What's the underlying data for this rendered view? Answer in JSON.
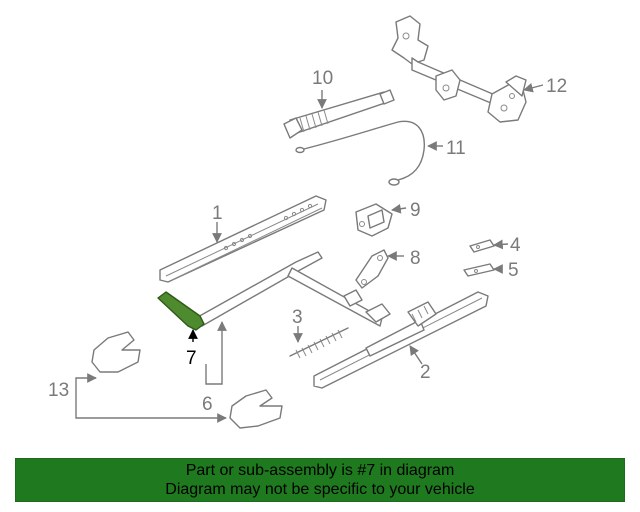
{
  "colors": {
    "banner_background": "#1f7a1f",
    "highlight_part": "#4e8a2e",
    "line_art": "#7a7a7a"
  },
  "callouts": {
    "c1": "1",
    "c2": "2",
    "c3": "3",
    "c4": "4",
    "c5": "5",
    "c6": "6",
    "c7": "7",
    "c8": "8",
    "c9": "9",
    "c10": "10",
    "c11": "11",
    "c12": "12",
    "c13": "13"
  },
  "highlighted_part": "7",
  "banner": {
    "line1": "Part or sub-assembly is #7 in diagram",
    "line2": "Diagram may not be specific to your vehicle"
  }
}
